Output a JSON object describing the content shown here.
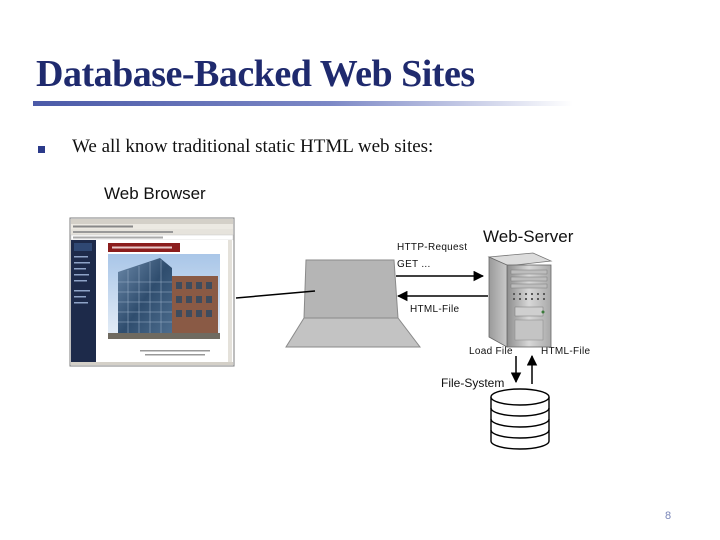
{
  "slide": {
    "title": "Database-Backed Web Sites",
    "bullet": "We all know traditional static HTML web sites:",
    "page_number": "8"
  },
  "diagram": {
    "browser_label": "Web Browser",
    "server_label": "Web-Server",
    "request_label": "HTTP-Request",
    "get_label": "GET ...",
    "response_label": "HTML-File",
    "load_label": "Load File",
    "file_label": "HTML-File",
    "filesystem_label": "File-System"
  }
}
